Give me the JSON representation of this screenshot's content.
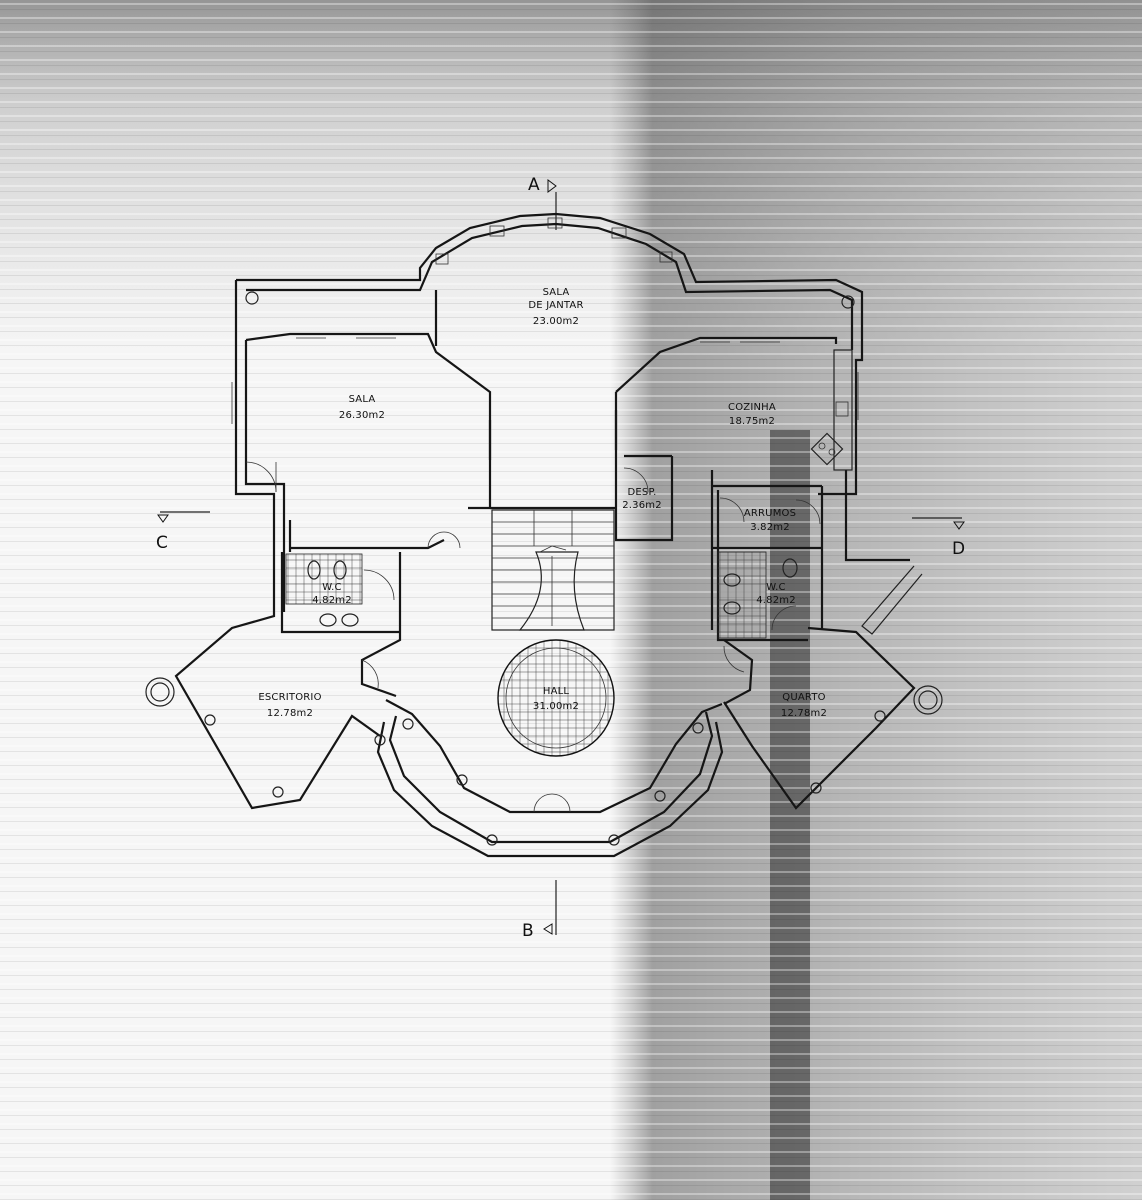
{
  "rooms": {
    "sala_jantar": {
      "name_1": "SALA",
      "name_2": "DE JANTAR",
      "area": "23.00m2"
    },
    "sala": {
      "name": "SALA",
      "area": "26.30m2"
    },
    "cozinha": {
      "name": "COZINHA",
      "area": "18.75m2"
    },
    "desp": {
      "name": "DESP.",
      "area": "2.36m2"
    },
    "arrumos": {
      "name": "ARRUMOS",
      "area": "3.82m2"
    },
    "wc_left": {
      "name": "W.C",
      "area": "4.82m2"
    },
    "wc_right": {
      "name": "W.C",
      "area": "4.82m2"
    },
    "escritorio": {
      "name": "ESCRITORIO",
      "area": "12.78m2"
    },
    "hall": {
      "name": "HALL",
      "area": "31.00m2"
    },
    "quarto": {
      "name": "QUARTO",
      "area": "12.78m2"
    }
  },
  "sections": {
    "a": "A",
    "b": "B",
    "c": "C",
    "d": "D"
  },
  "colors": {
    "paper": "#f6f6f6",
    "ink": "#161616",
    "smear": "#5a5a5a"
  }
}
